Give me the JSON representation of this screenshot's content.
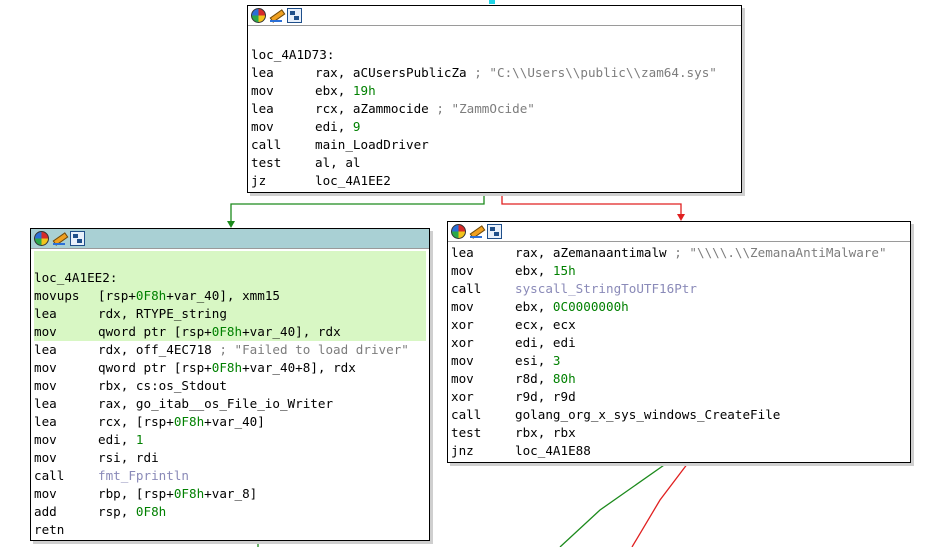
{
  "node_top": {
    "lines": [
      {
        "type": "blank"
      },
      {
        "type": "label",
        "text": "loc_4A1D73:"
      },
      {
        "m": "lea",
        "a": "rax, aCUsersPublicZa",
        "c": " ; \"C:\\\\Users\\\\public\\\\zam64.sys\""
      },
      {
        "m": "mov",
        "a": "ebx, ",
        "n": "19h"
      },
      {
        "m": "lea",
        "a": "rcx, aZammocide",
        "c": " ; \"ZammOcide\""
      },
      {
        "m": "mov",
        "a": "edi, ",
        "n": "9"
      },
      {
        "m": "call",
        "a": "main_LoadDriver"
      },
      {
        "m": "test",
        "a": "al, al"
      },
      {
        "m": "jz",
        "a": "loc_4A1EE2"
      }
    ]
  },
  "node_left": {
    "lines": [
      {
        "type": "blank",
        "hl": true
      },
      {
        "type": "label",
        "text": "loc_4A1EE2:",
        "hl": true
      },
      {
        "m": "movups",
        "a": "[rsp+",
        "n": "0F8h",
        "a2": "+var_40], xmm15",
        "hl": true
      },
      {
        "m": "lea",
        "a": "rdx, RTYPE_string",
        "hl": true
      },
      {
        "m": "mov",
        "a": "qword ptr [rsp+",
        "n": "0F8h",
        "a2": "+var_40], rdx",
        "hl": true
      },
      {
        "m": "lea",
        "a": "rdx, off_4EC718",
        "c": " ; \"Failed to load driver\""
      },
      {
        "m": "mov",
        "a": "qword ptr [rsp+",
        "n": "0F8h",
        "a2": "+var_40+8], rdx"
      },
      {
        "m": "mov",
        "a": "rbx, cs:os_Stdout"
      },
      {
        "m": "lea",
        "a": "rax, go_itab__os_File_io_Writer"
      },
      {
        "m": "lea",
        "a": "rcx, [rsp+",
        "n": "0F8h",
        "a2": "+var_40]"
      },
      {
        "m": "mov",
        "a": "edi, ",
        "n": "1"
      },
      {
        "m": "mov",
        "a": "rsi, rdi"
      },
      {
        "m": "call",
        "x": "fmt_Fprintln"
      },
      {
        "m": "mov",
        "a": "rbp, [rsp+",
        "n": "0F8h",
        "a2": "+var_8]"
      },
      {
        "m": "add",
        "a": "rsp, ",
        "n": "0F8h"
      },
      {
        "m": "retn",
        "a": ""
      }
    ]
  },
  "node_right": {
    "lines": [
      {
        "m": "lea",
        "a": "rax, aZemanaantimalw",
        "c": " ; \"\\\\\\\\.\\\\ZemanaAntiMalware\""
      },
      {
        "m": "mov",
        "a": "ebx, ",
        "n": "15h"
      },
      {
        "m": "call",
        "x": "syscall_StringToUTF16Ptr"
      },
      {
        "m": "mov",
        "a": "ebx, ",
        "n": "0C0000000h"
      },
      {
        "m": "xor",
        "a": "ecx, ecx"
      },
      {
        "m": "xor",
        "a": "edi, edi"
      },
      {
        "m": "mov",
        "a": "esi, ",
        "n": "3"
      },
      {
        "m": "mov",
        "a": "r8d, ",
        "n": "80h"
      },
      {
        "m": "xor",
        "a": "r9d, r9d"
      },
      {
        "m": "call",
        "a": "golang_org_x_sys_windows_CreateFile"
      },
      {
        "m": "test",
        "a": "rbx, rbx"
      },
      {
        "m": "jnz",
        "a": "loc_4A1E88"
      }
    ]
  },
  "colors": {
    "number": "#008000",
    "comment": "#7d7d7d",
    "external": "#8a8ab8",
    "highlight": "#d8f7c4",
    "selected_title": "#a9d0d4",
    "edge_true": "#1c8a1c",
    "edge_false": "#e02020"
  },
  "icons": [
    "color-wheel-icon",
    "rename-pencil-icon",
    "graph-overview-icon"
  ]
}
